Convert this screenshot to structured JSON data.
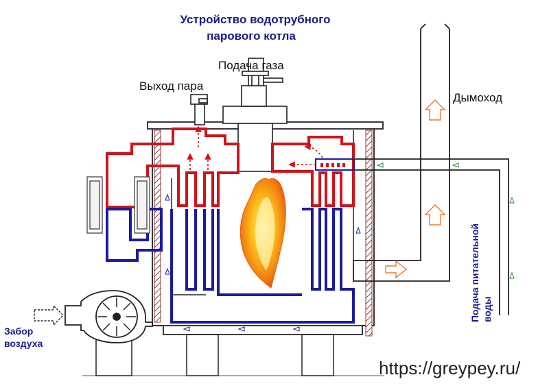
{
  "title": {
    "line1": "Устройство водотрубного",
    "line2": "парового котла"
  },
  "labels": {
    "gas_supply": "Подача газа",
    "steam_outlet": "Выход пара",
    "chimney": "Дымоход",
    "feed_water_line1": "Подача питательной",
    "feed_water_line2": "воды",
    "air_intake_line1": "Забор",
    "air_intake_line2": "воздуха"
  },
  "watermark": "https://greypey.ru/",
  "colors": {
    "title": "#1a1a8c",
    "hot_water": "#d0141c",
    "cold_water": "#1c1c9c",
    "wall": "#8b3a3a",
    "flow_arrow": "#e87a2a",
    "feed_arrow": "#2e8b2e"
  }
}
